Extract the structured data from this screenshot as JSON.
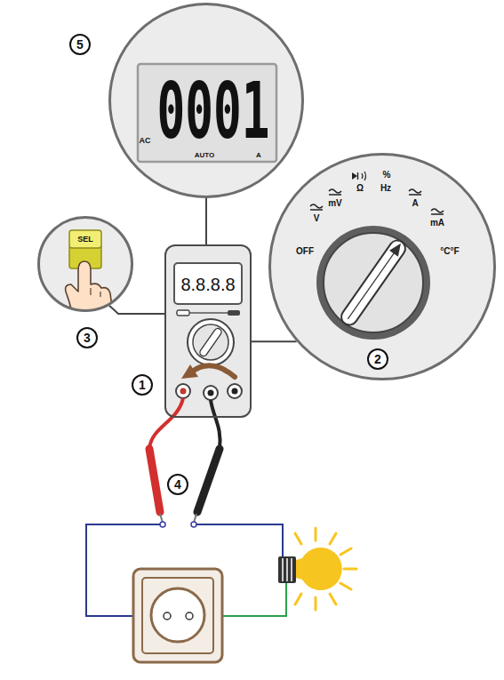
{
  "diagram": {
    "nodes": [
      {
        "text": [
          "AC",
          "0001",
          "AUTO",
          "A"
        ]
      },
      {
        "text": [
          "SEL"
        ]
      },
      {
        "text": [
          "OFF",
          "V",
          "mV",
          "Ω",
          "%",
          "Hz",
          "A",
          "mA",
          "°C°F"
        ]
      },
      {
        "text": [
          "8.8.8.8"
        ]
      }
    ],
    "edges": [
      {
        "from": 0,
        "to": 3,
        "arrow": "none"
      },
      {
        "from": 1,
        "to": 3,
        "arrow": "none"
      },
      {
        "from": 2,
        "to": 3,
        "arrow": "none"
      }
    ],
    "labels": [
      "5",
      "3",
      "1",
      "4",
      "2"
    ]
  }
}
